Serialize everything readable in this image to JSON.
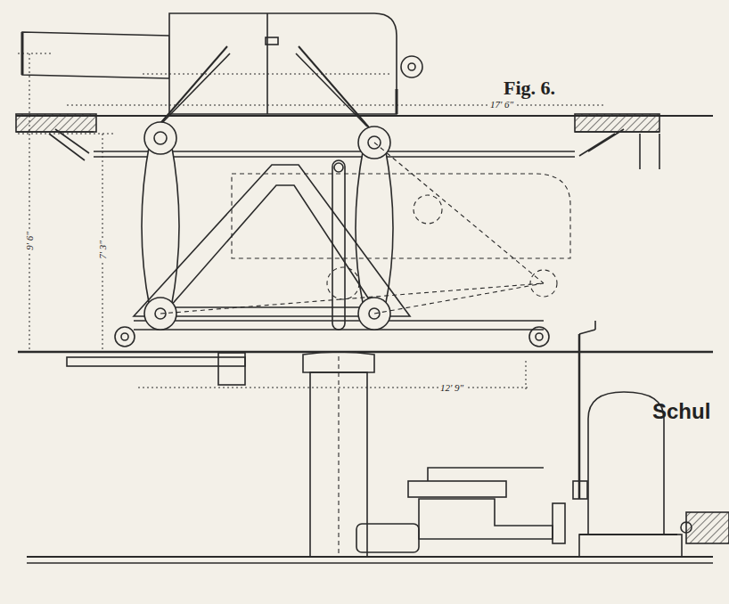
{
  "diagram": {
    "labels": [
      "Fig. 6.",
      "17' 6\"",
      "9' 6\"",
      "7' 3\"",
      "12' 9\"",
      "Schul"
    ]
  }
}
